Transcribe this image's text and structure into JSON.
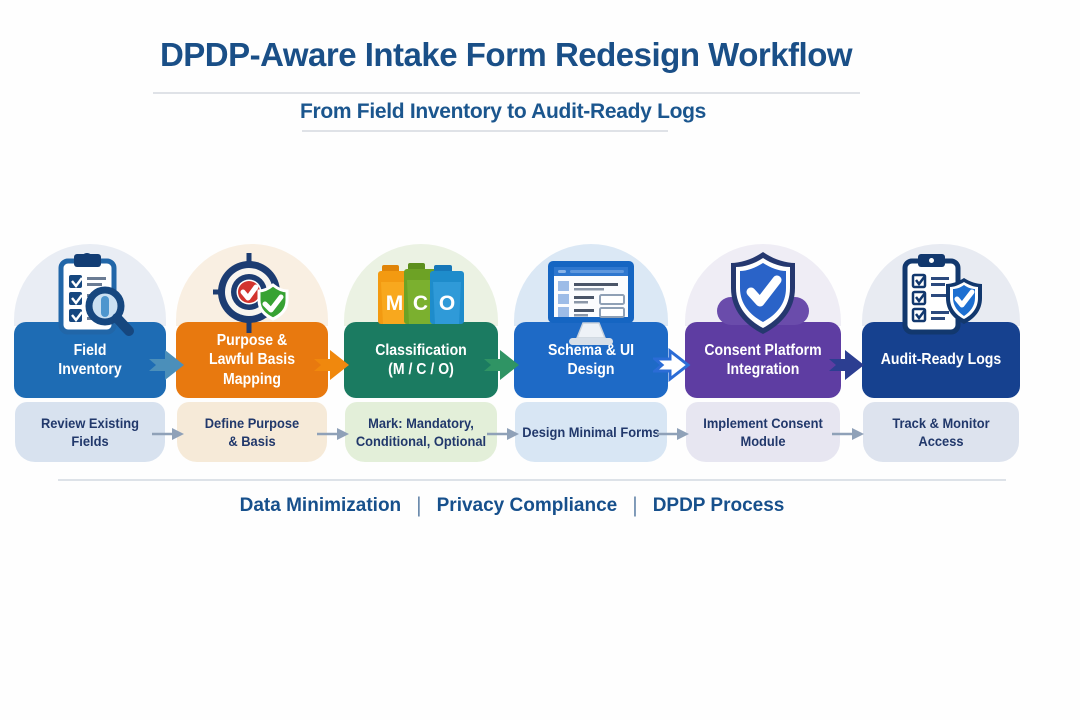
{
  "header": {
    "title": "DPDP-Aware Intake Form Redesign Workflow",
    "subtitle": "From Field Inventory to Audit-Ready Logs"
  },
  "stages": [
    {
      "title": "Field\nInventory",
      "description": "Review Existing\nFields",
      "icon": "clipboard-checklist-magnifier-icon",
      "band_color": "#1e6cb4"
    },
    {
      "title": "Purpose &\nLawful Basis Mapping",
      "description": "Define Purpose\n& Basis",
      "icon": "target-checkmark-icon",
      "band_color": "#e8790f"
    },
    {
      "title": "Classification\n(M / C / O)",
      "description": "Mark: Mandatory,\nConditional, Optional",
      "icon": "folders-mco-icon",
      "icon_letters": [
        "M",
        "C",
        "O"
      ],
      "band_color": "#1b7b61"
    },
    {
      "title": "Schema & UI Design",
      "description": "Design Minimal Forms",
      "icon": "monitor-form-icon",
      "band_color": "#1e6ac6"
    },
    {
      "title": "Consent Platform\nIntegration",
      "description": "Implement Consent\nModule",
      "icon": "shield-checkmark-icon",
      "band_color": "#5e3da2"
    },
    {
      "title": "Audit-Ready Logs",
      "description": "Track & Monitor\nAccess",
      "icon": "clipboard-shield-icon",
      "band_color": "#16418f"
    }
  ],
  "arrows": {
    "main_colors": [
      "#4b8fba",
      "#f0880d",
      "#2f9464",
      "#2b6cd6",
      "#2c3e91"
    ],
    "outline_arrow_index": 3,
    "small_color": "#8fa1b8"
  },
  "footer": {
    "items": [
      "Data Minimization",
      "Privacy Compliance",
      "DPDP Process"
    ],
    "separator": "|"
  }
}
